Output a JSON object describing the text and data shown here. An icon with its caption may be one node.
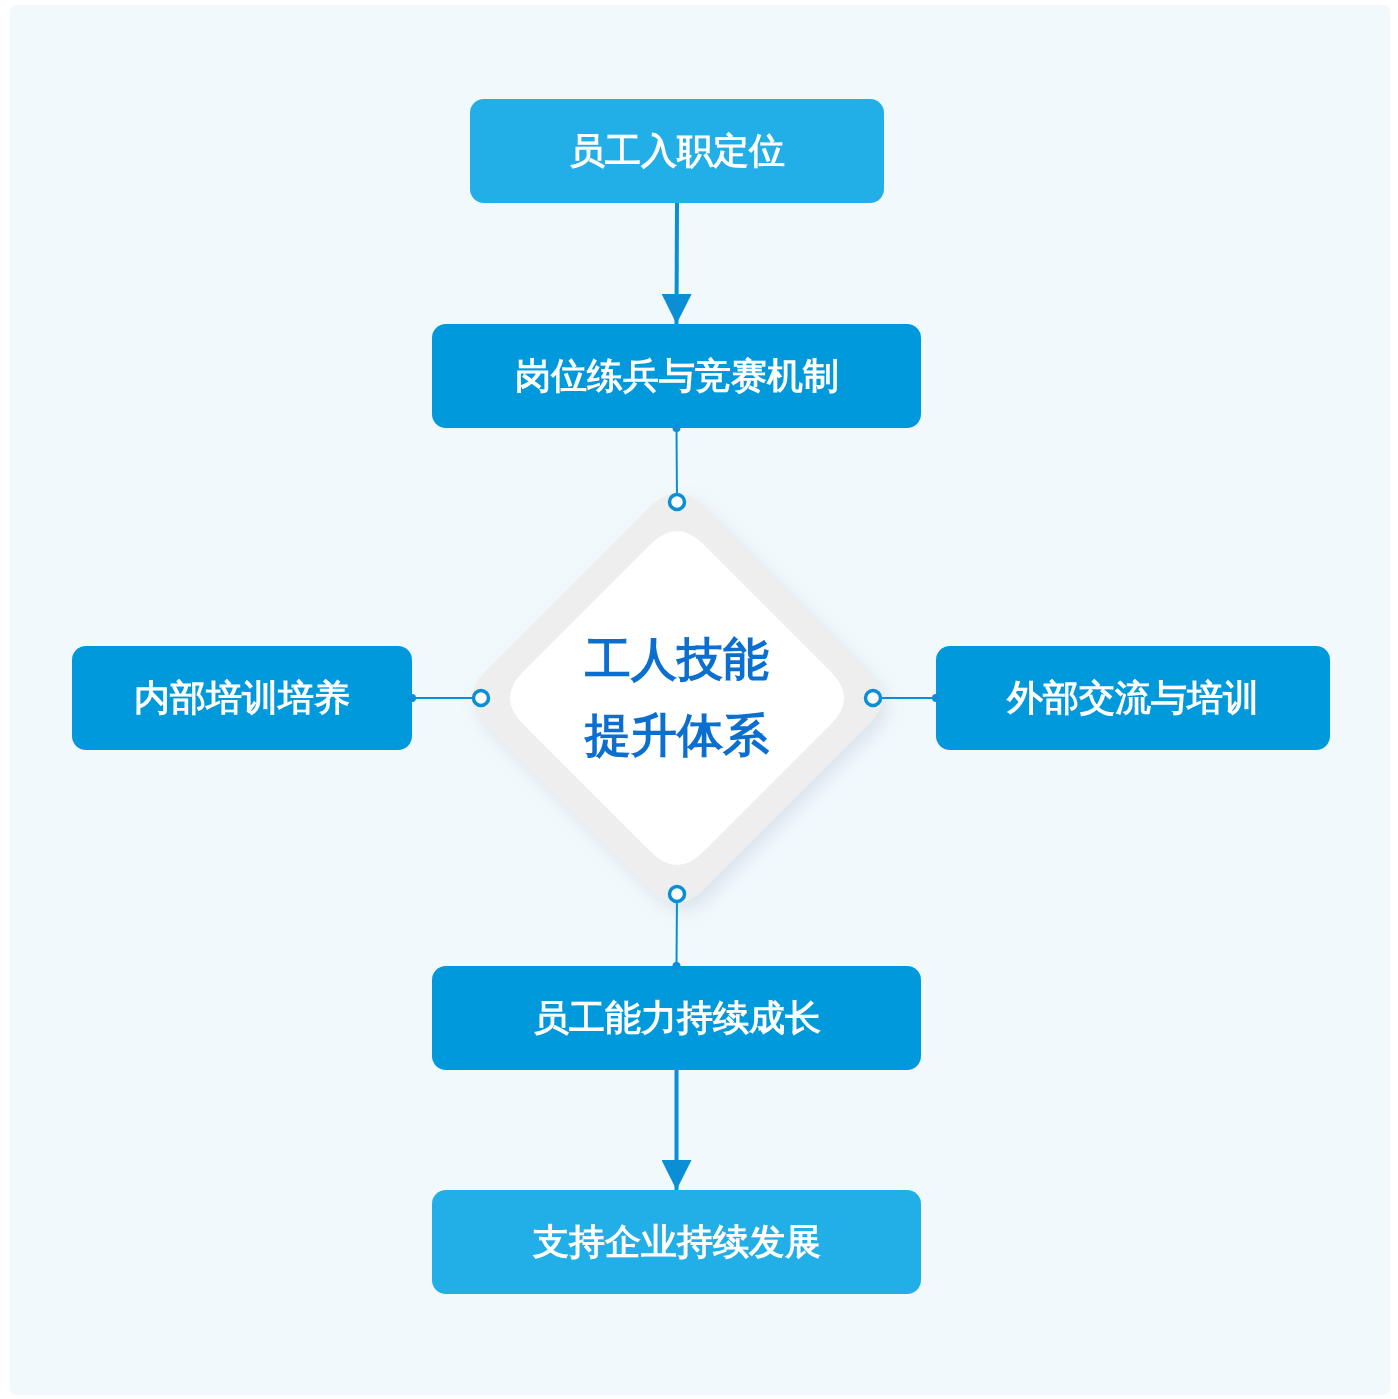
{
  "diagram": {
    "nodes": [
      {
        "text": [
          "员工入职定位"
        ]
      },
      {
        "text": [
          "岗位练兵与竞赛机制"
        ]
      },
      {
        "text": [
          "工人技能提升体系"
        ]
      },
      {
        "text": [
          "内部培训培养"
        ]
      },
      {
        "text": [
          "外部交流与培训"
        ]
      },
      {
        "text": [
          "员工能力持续成长"
        ]
      },
      {
        "text": [
          "支持企业持续发展"
        ]
      }
    ],
    "edges": [
      {
        "from": 0,
        "to": 1,
        "arrow": "to"
      },
      {
        "from": 1,
        "to": 2,
        "arrow": "other"
      },
      {
        "from": 3,
        "to": 2,
        "arrow": "other"
      },
      {
        "from": 2,
        "to": 4,
        "arrow": "other"
      },
      {
        "from": 2,
        "to": 5,
        "arrow": "other"
      },
      {
        "from": 5,
        "to": 6,
        "arrow": "to"
      }
    ]
  }
}
